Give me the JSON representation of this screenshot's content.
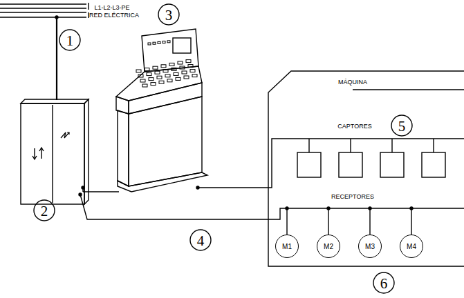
{
  "diagram": {
    "nodes": [
      {
        "text": [
          "MÁQUINA",
          "CAPTORES",
          "RECEPTORES"
        ]
      },
      {
        "text": [
          "M1"
        ],
        "in": 0
      },
      {
        "text": [
          "M2"
        ],
        "in": 0
      },
      {
        "text": [
          "M3"
        ],
        "in": 0
      },
      {
        "text": [
          "M4"
        ],
        "in": 0
      }
    ],
    "labels": [
      "L1-L2-L3-PE",
      "RED ELÉCTRICA",
      "1",
      "2",
      "3",
      "4",
      "5",
      "6"
    ]
  }
}
